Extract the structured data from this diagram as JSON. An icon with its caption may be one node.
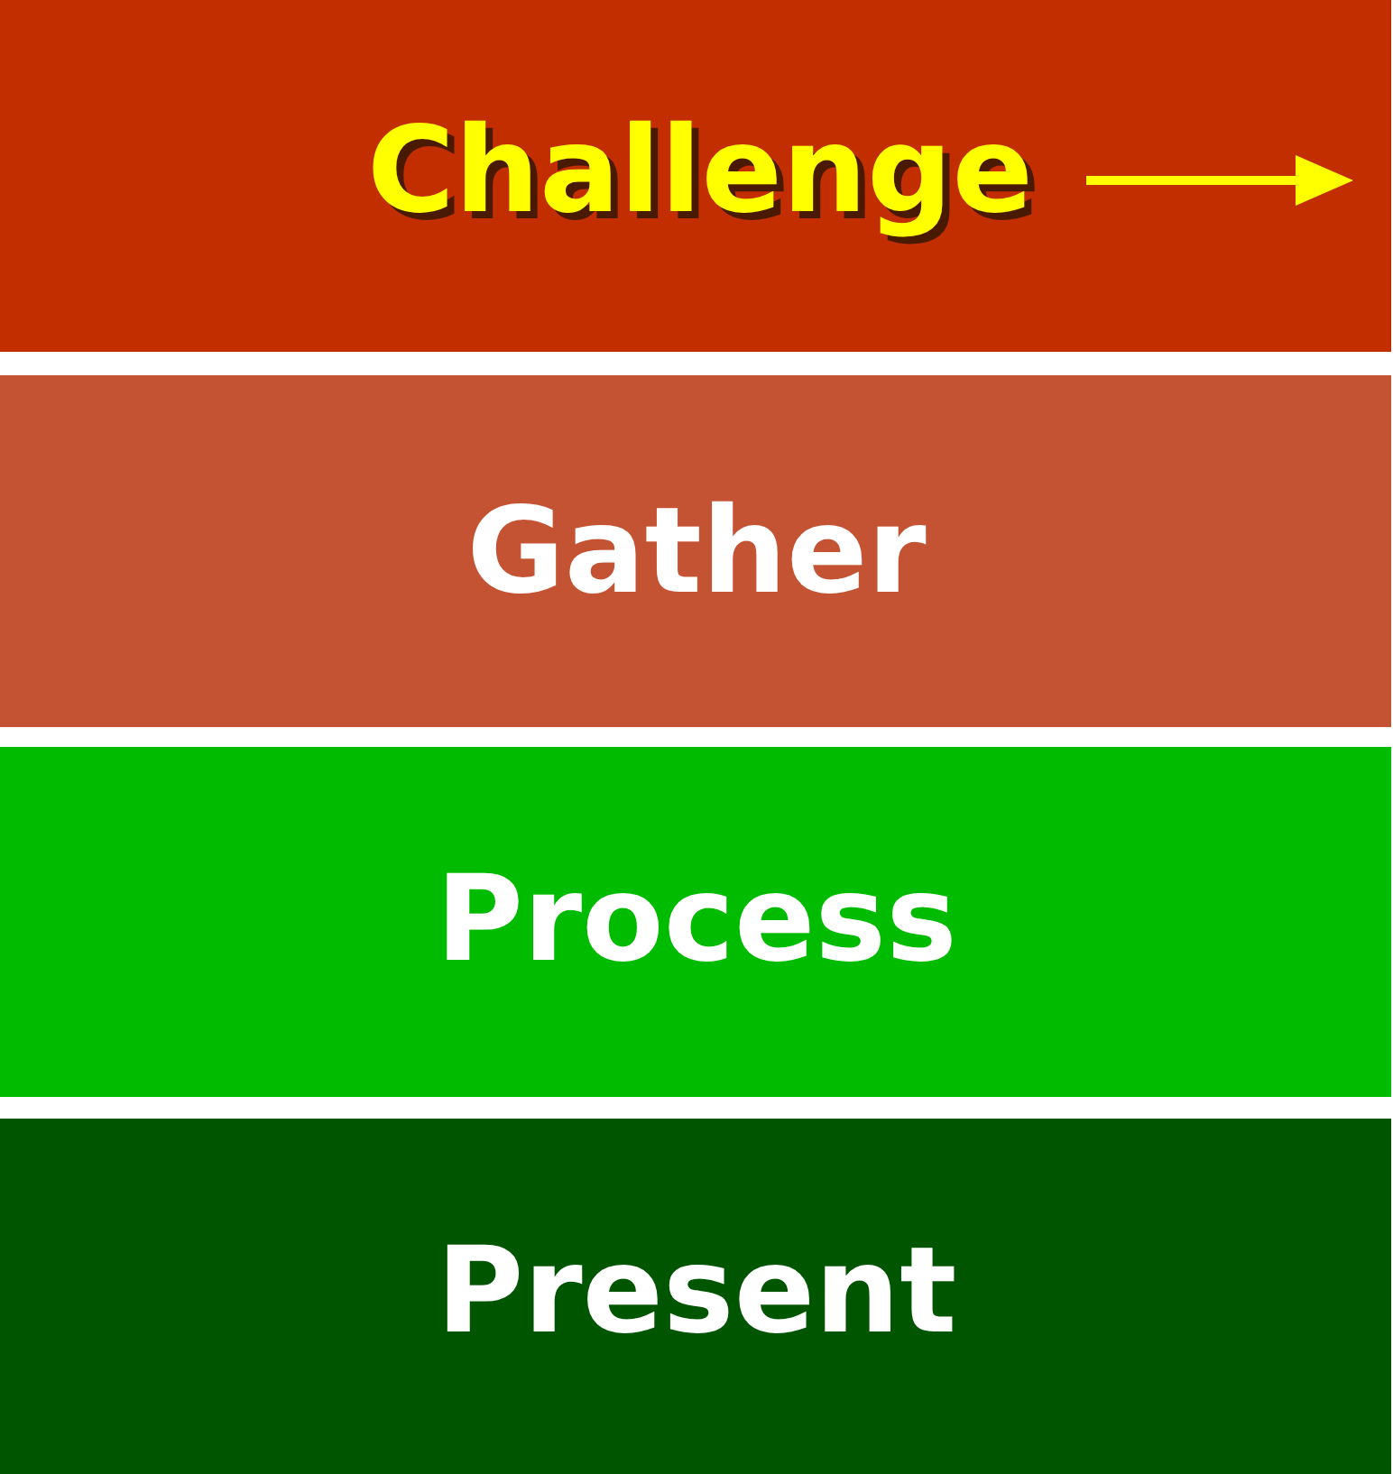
{
  "diagram": {
    "nodes": [
      {
        "text": [
          "Challenge"
        ]
      },
      {
        "text": [
          "Gather"
        ]
      },
      {
        "text": [
          "Process"
        ]
      },
      {
        "text": [
          "Present"
        ]
      }
    ]
  }
}
